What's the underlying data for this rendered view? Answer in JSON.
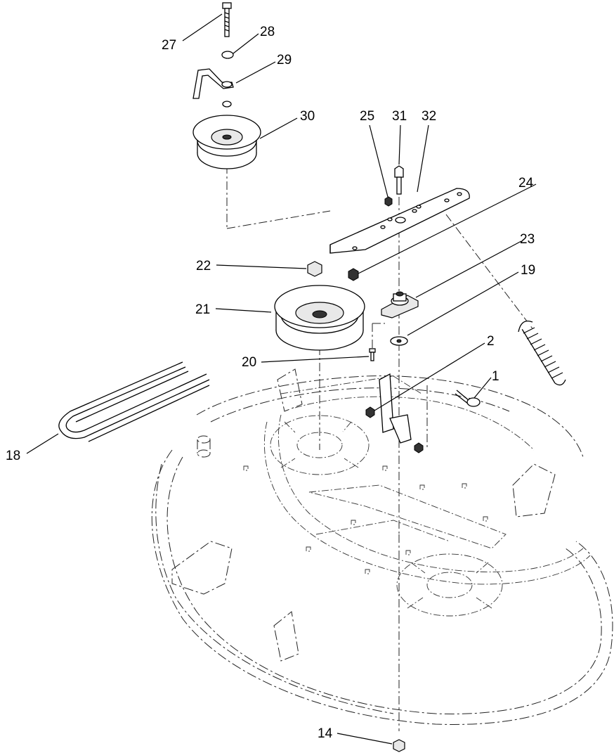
{
  "callouts": {
    "c1": "1",
    "c2": "2",
    "c14": "14",
    "c18": "18",
    "c19": "19",
    "c20": "20",
    "c21": "21",
    "c22": "22",
    "c23": "23",
    "c24": "24",
    "c25": "25",
    "c27": "27",
    "c28": "28",
    "c29": "29",
    "c30": "30",
    "c31": "31",
    "c32": "32"
  }
}
